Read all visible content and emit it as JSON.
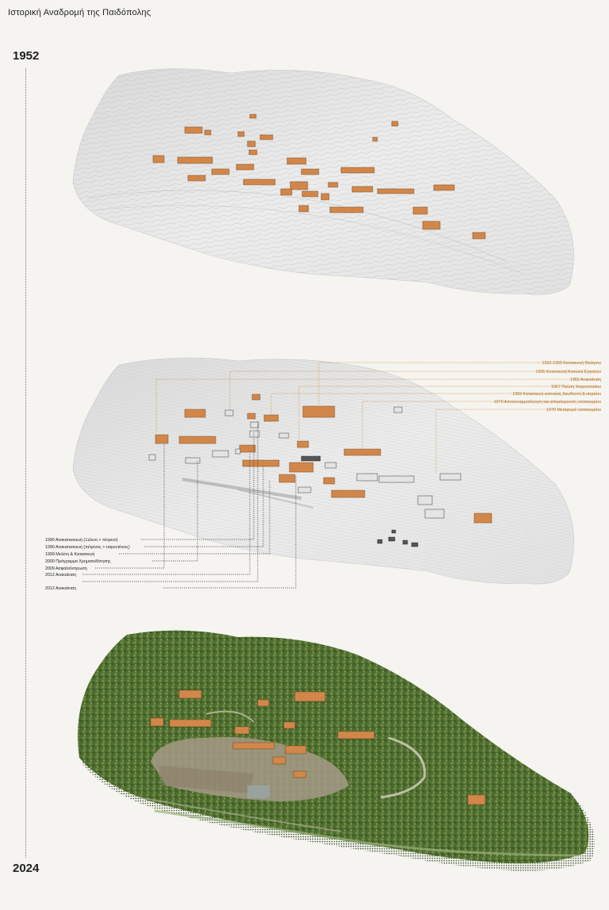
{
  "title": "Ιστορική Αναδρομή της Παιδόπολης",
  "year_start": "1952",
  "year_end": "2024",
  "colors": {
    "building_roof": "#d2874a",
    "building_wall": "#8a5a35",
    "annotation_orange": "#d08a3a",
    "annotation_dark": "#333333",
    "terrain": "#e6e6e6",
    "vegetation": "#5d7a3a"
  },
  "annotations_right": [
    "1952-1959 Κατασκευή Θεάτρου",
    "1955 Κατασκευή Κοιτώνα Εργατών",
    "1965 Ανακαίνιση",
    "1967 Παύση Χοιροστασίου",
    "1969 Κατασκευή κατοικίας Διευθυντή & ιατρείου",
    "1970  Αποσυναρμολόγηση και απομάκρυνση νοσοκομείου",
    "1970 Μεταφορά νοσοκομείου"
  ],
  "annotations_left": [
    "1990 Ανακατασκευή (Ξύλινο > πέτρινο)",
    "1990 Ανακατασκευή (πέτρινος > τσιμεντένιος)",
    "1999 Μελέτη & Κατασκευή",
    "2000 Πρόγραμμα Χρηματοδότησης",
    "2009 Ασφαλτόστρωση",
    "2012 Ανακαίνιση",
    "2012 Ανακαίνιση"
  ]
}
